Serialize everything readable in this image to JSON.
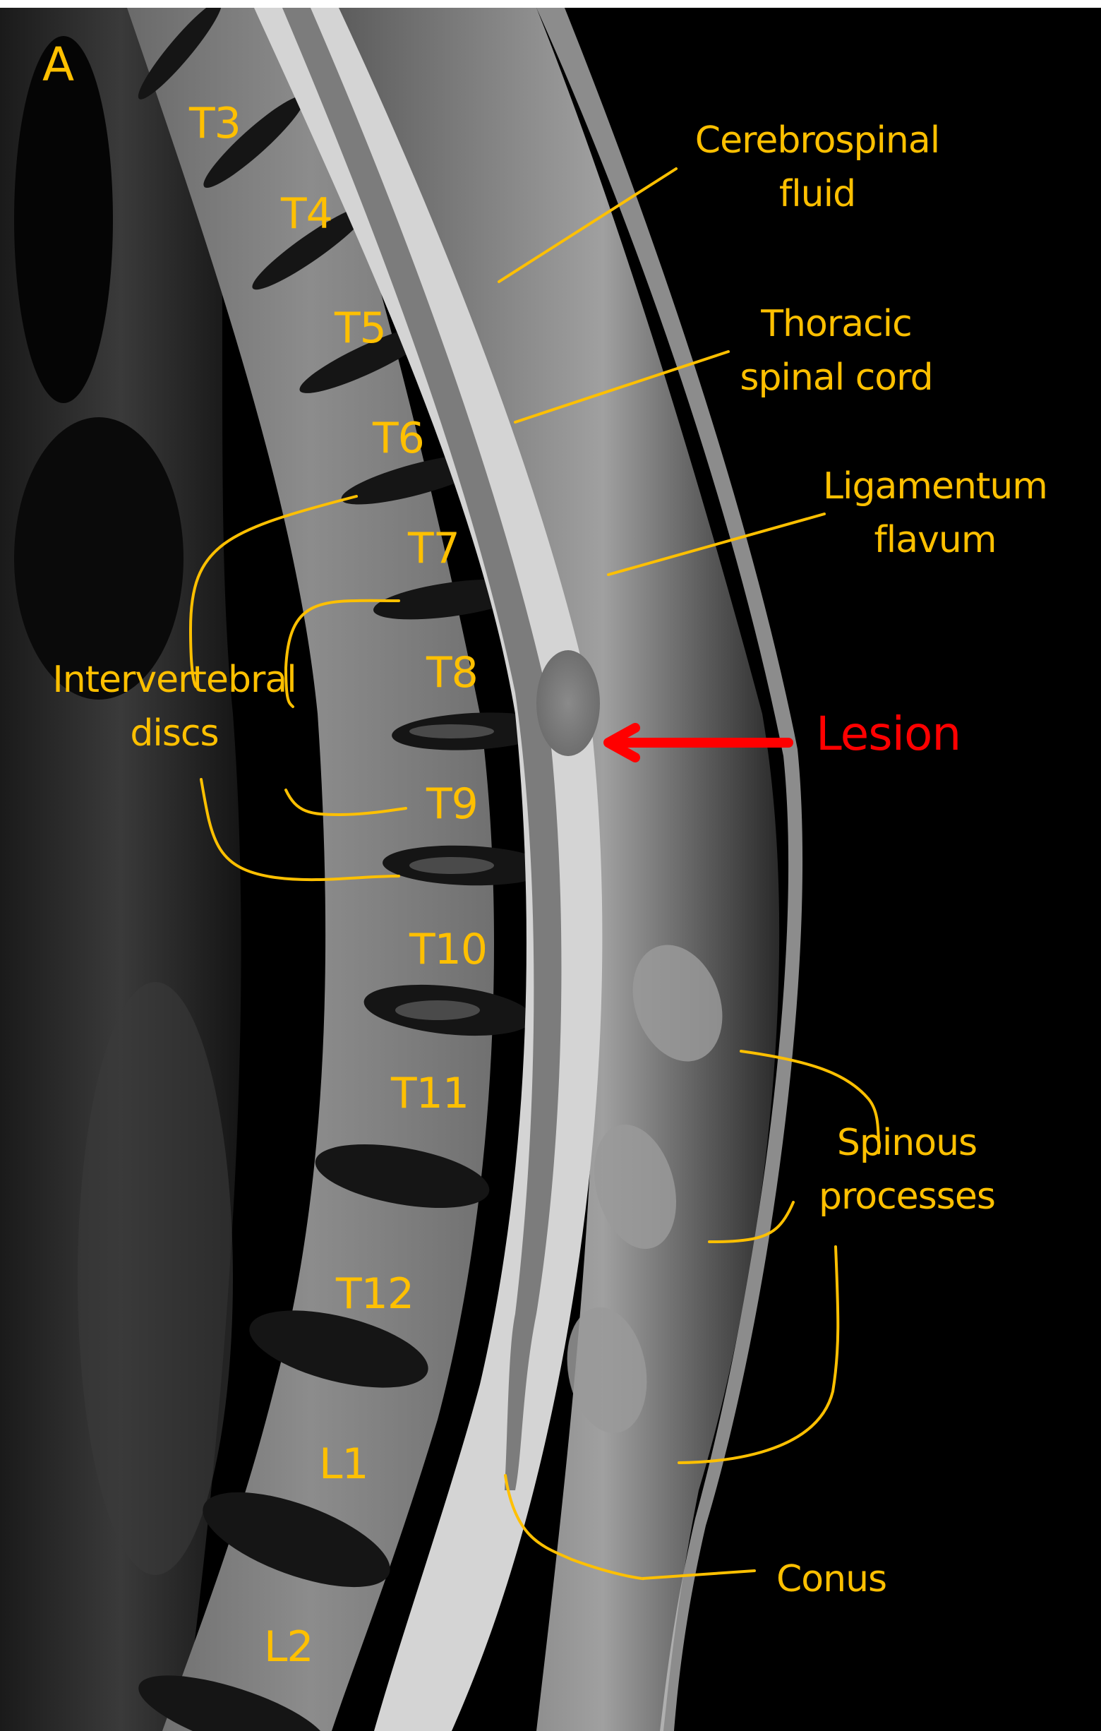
{
  "figure": {
    "panel_label": "A",
    "description": "Sagittal T2-weighted MRI of the thoracolumbar spine with anatomical annotations",
    "colors": {
      "annotation": "#ffc000",
      "lesion": "#ff0000",
      "background": "#000000"
    }
  },
  "vertebrae": [
    {
      "label": "T3"
    },
    {
      "label": "T4"
    },
    {
      "label": "T5"
    },
    {
      "label": "T6"
    },
    {
      "label": "T7"
    },
    {
      "label": "T8"
    },
    {
      "label": "T9"
    },
    {
      "label": "T10"
    },
    {
      "label": "T11"
    },
    {
      "label": "T12"
    },
    {
      "label": "L1"
    },
    {
      "label": "L2"
    }
  ],
  "annotations": {
    "csf": {
      "line1": "Cerebrospinal",
      "line2": "fluid"
    },
    "cord": {
      "line1": "Thoracic",
      "line2": "spinal cord"
    },
    "ligamentum": {
      "line1": "Ligamentum",
      "line2": "flavum"
    },
    "discs": {
      "line1": "Intervertebral",
      "line2": "discs"
    },
    "spinous": {
      "line1": "Spinous",
      "line2": "processes"
    },
    "conus": {
      "line1": "Conus"
    },
    "lesion": {
      "label": "Lesion"
    }
  }
}
